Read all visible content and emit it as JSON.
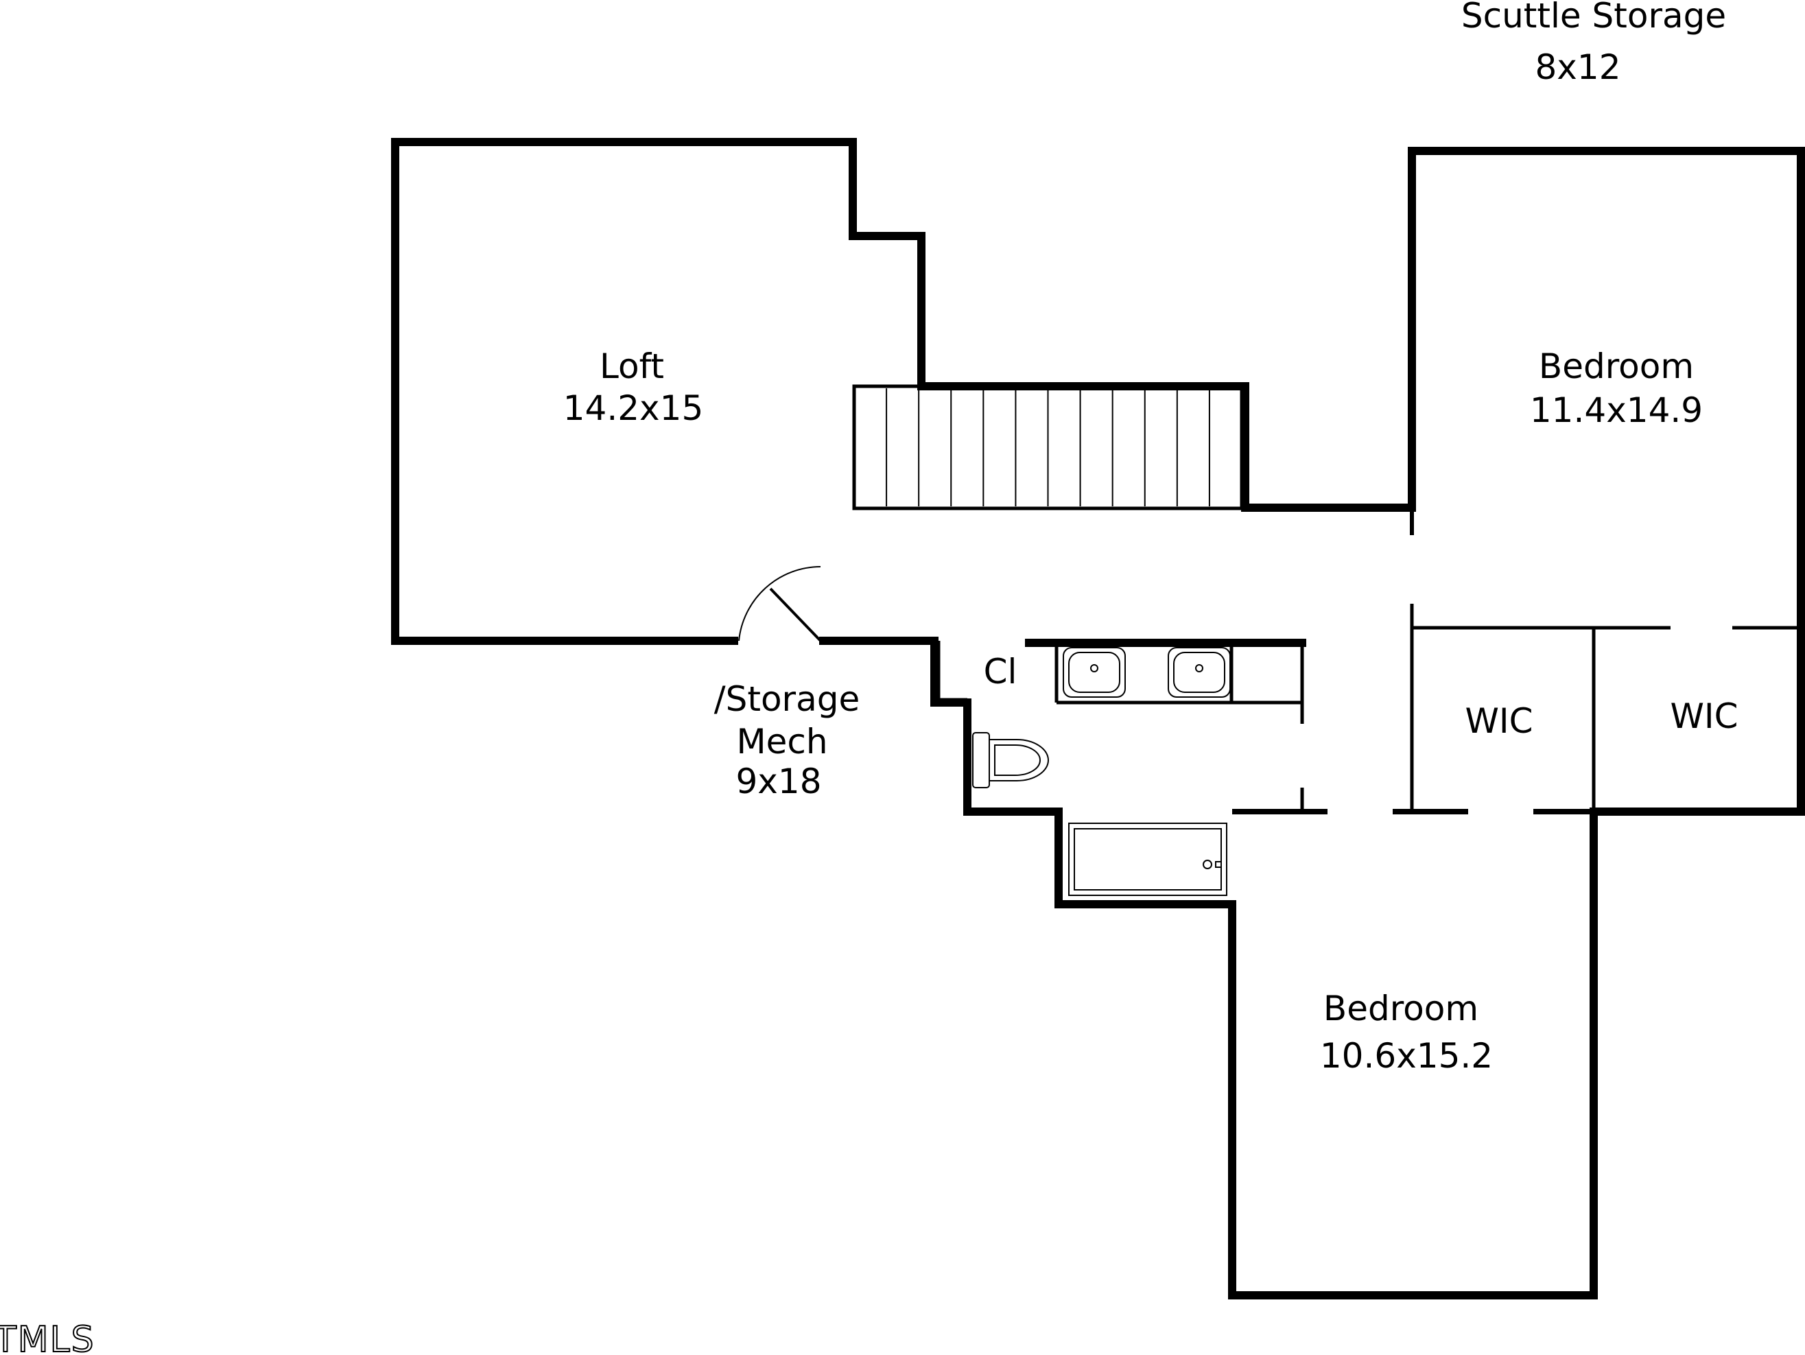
{
  "rooms": {
    "scuttle": {
      "name": "Scuttle Storage",
      "dims": "8x12"
    },
    "loft": {
      "name": "Loft",
      "dims": "14.2x15"
    },
    "bedroom_upper": {
      "name": "Bedroom",
      "dims": "11.4x14.9"
    },
    "bedroom_lower": {
      "name": "Bedroom",
      "dims": "10.6x15.2"
    },
    "mech": {
      "line1": "/Storage",
      "line2": "Mech",
      "dims": "9x18"
    },
    "closet": {
      "name": "Cl"
    },
    "wic_left": {
      "name": "WIC"
    },
    "wic_right": {
      "name": "WIC"
    }
  },
  "watermark": {
    "text": "TMLS"
  },
  "colors": {
    "wall": "#000000",
    "background": "#ffffff"
  }
}
